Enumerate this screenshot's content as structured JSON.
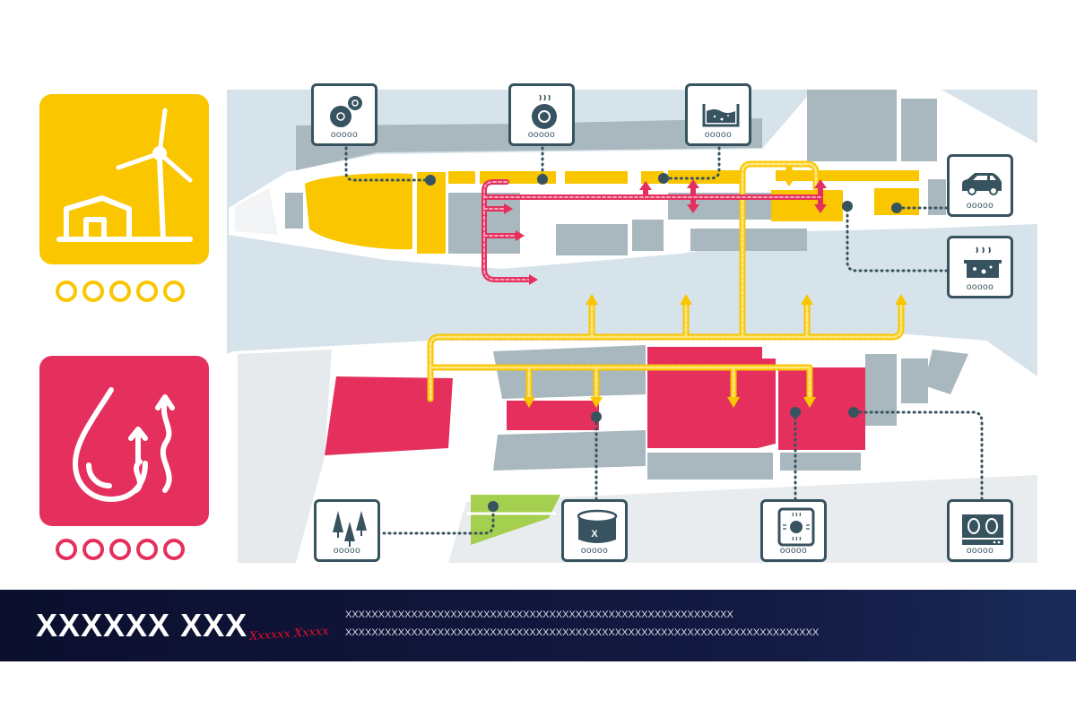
{
  "colors": {
    "yellow": "#f9c600",
    "red": "#e5305e",
    "dark": "#37535f",
    "green": "#a5cf4e",
    "water": "#d6e3ea",
    "block": "#a9b7be"
  },
  "tiles": [
    {
      "name": "wind-energy",
      "icon": "wind-turbine-house-icon",
      "color": "#f9c600",
      "dots": 5
    },
    {
      "name": "heat-water",
      "icon": "water-drop-heat-icon",
      "color": "#e5305e",
      "dots": 5
    }
  ],
  "boxes": [
    {
      "icon": "gears-icon",
      "label": "ooooo"
    },
    {
      "icon": "hot-disc-icon",
      "label": "ooooo"
    },
    {
      "icon": "tank-liquid-icon",
      "label": "ooooo"
    },
    {
      "icon": "car-icon",
      "label": "ooooo"
    },
    {
      "icon": "hot-bath-icon",
      "label": "ooooo"
    },
    {
      "icon": "trees-icon",
      "label": "ooooo"
    },
    {
      "icon": "storage-tank-icon",
      "label": "ooooo",
      "tank_mark": "X"
    },
    {
      "icon": "heater-icon",
      "label": "ooooo"
    },
    {
      "icon": "stove-icon",
      "label": "ooooo"
    }
  ],
  "footer": {
    "title": "XXXXXX XXX",
    "signature": "Xxxxxx Xxxxx",
    "line1": "XXXXXXXXXXXXXXXXXXXXXXXXXXXXXXXXXXXXXXXXXXXXXXXXXXXXXXXXXXX",
    "line2": "XXXXXXXXXXXXXXXXXXXXXXXXXXXXXXXXXXXXXXXXXXXXXXXXXXXXXXXXXXXXXXXXXXXXXXXX"
  }
}
